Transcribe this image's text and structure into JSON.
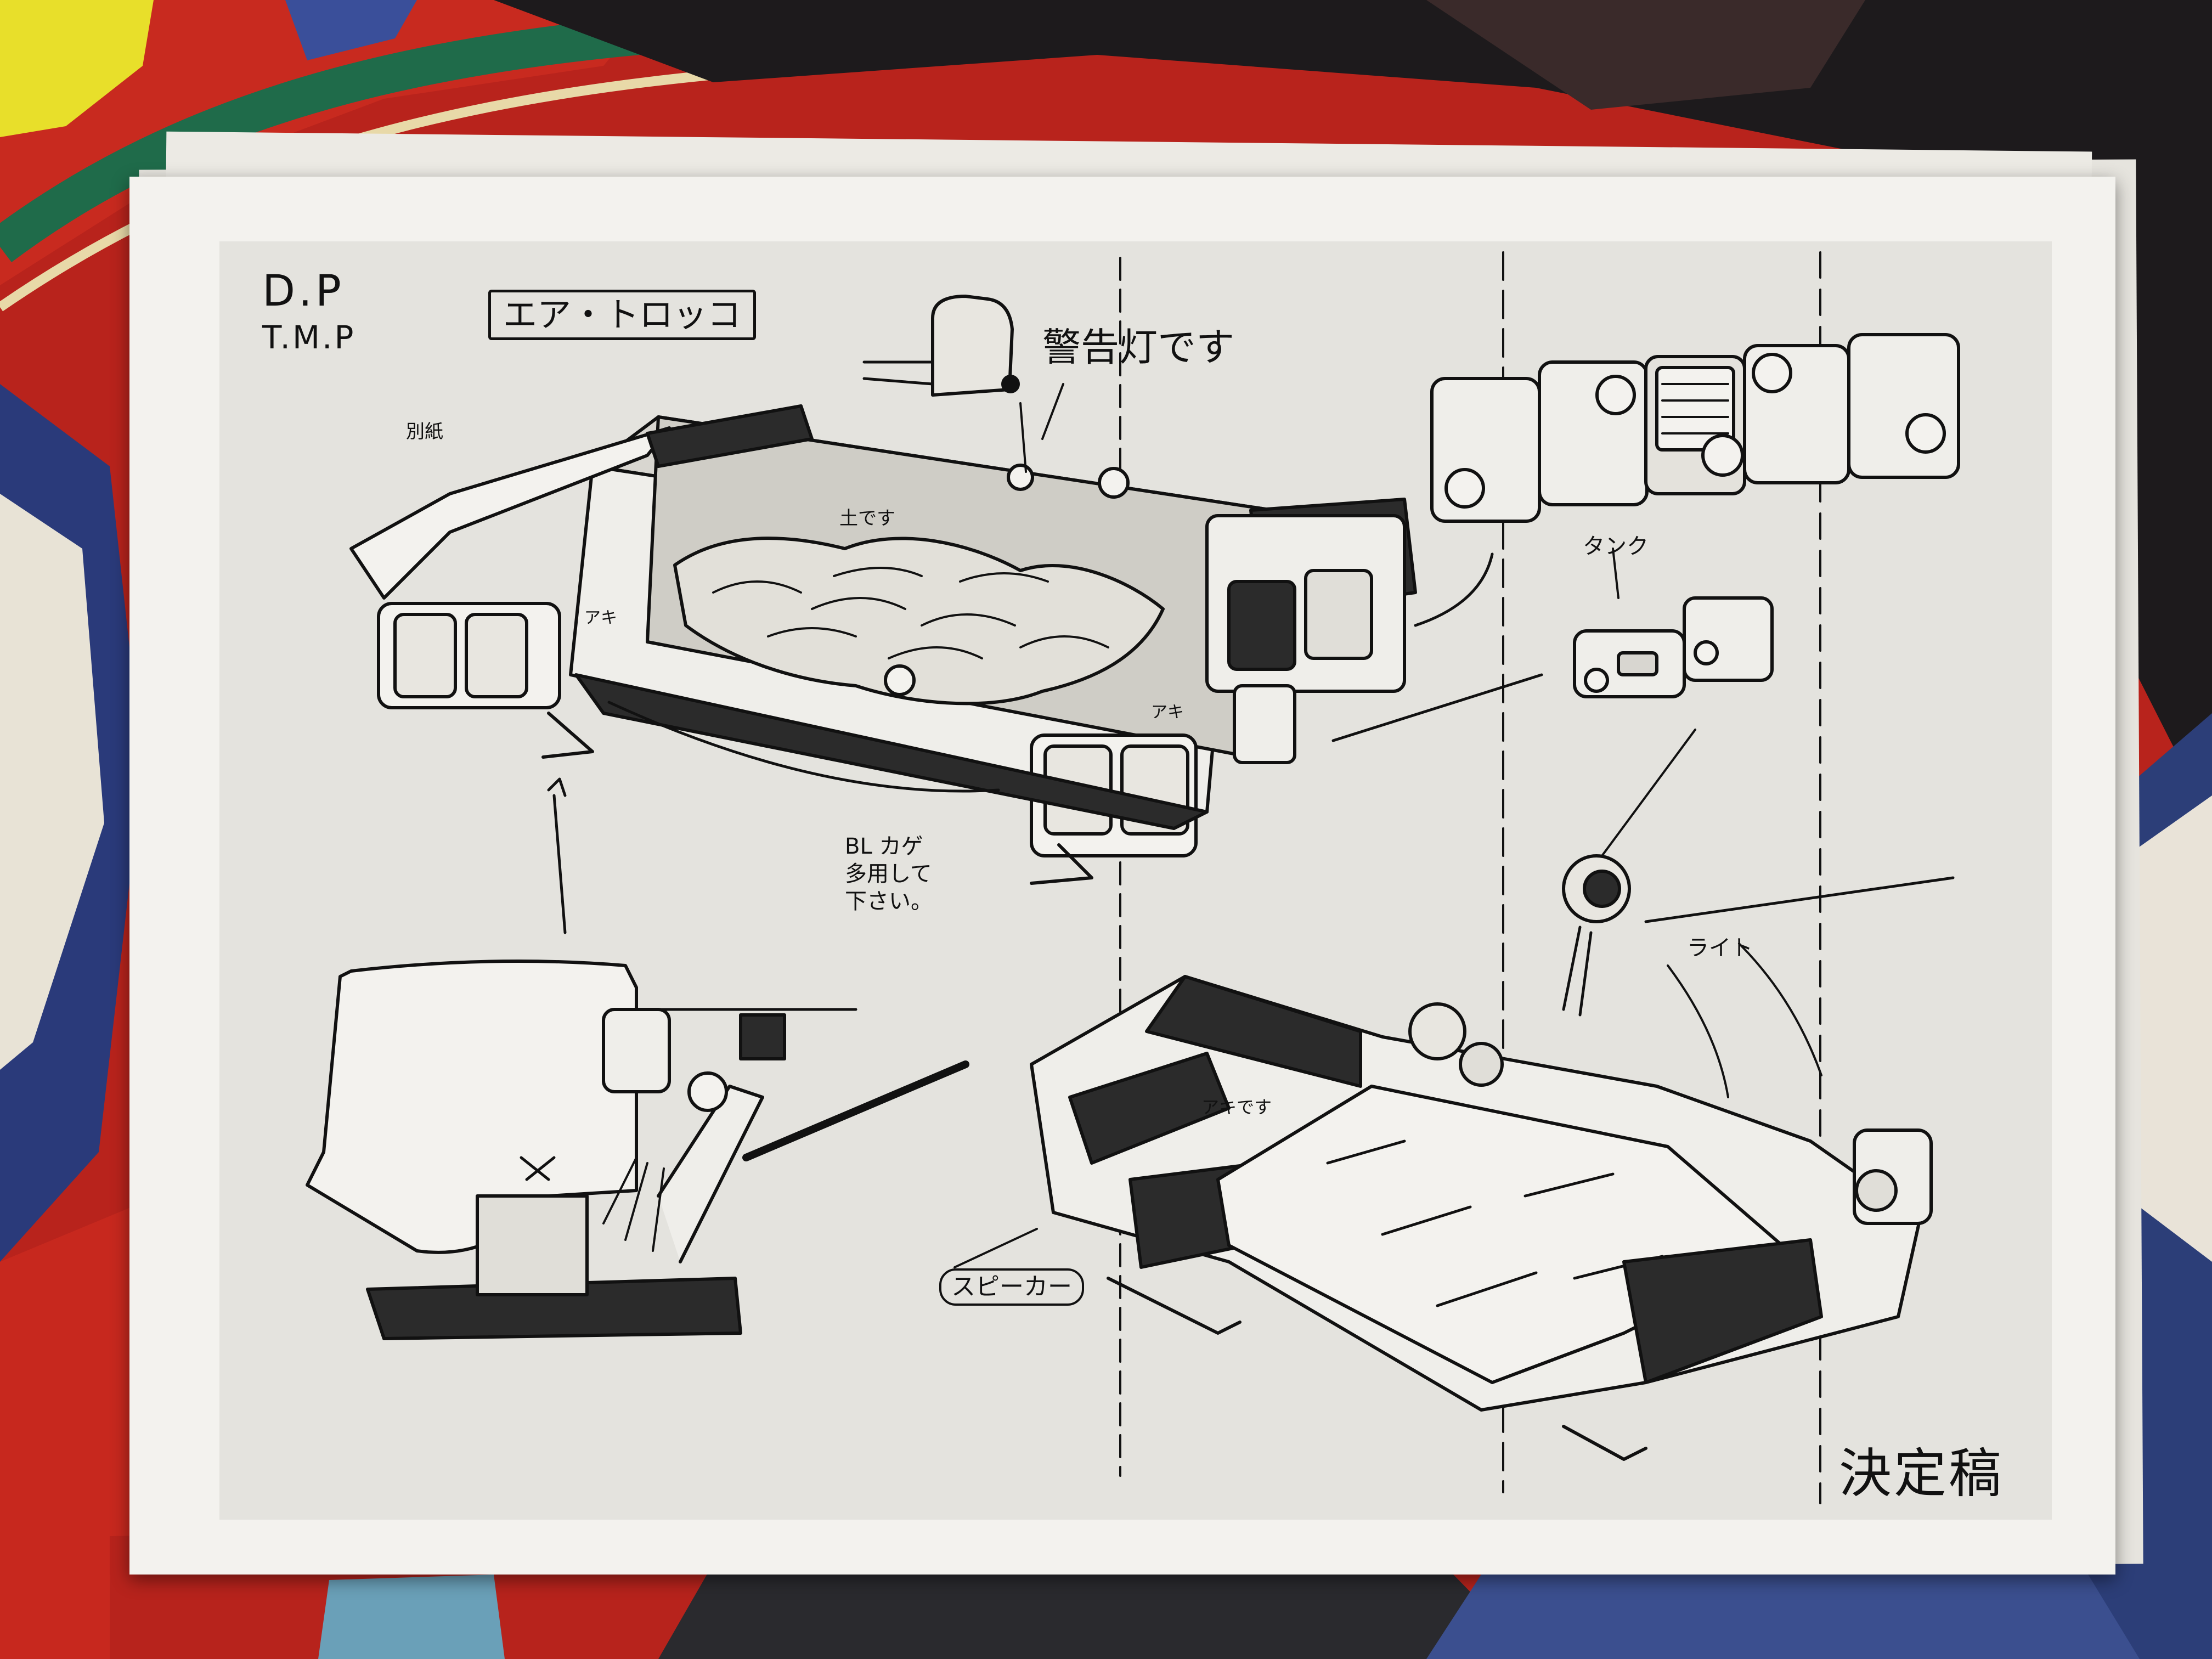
{
  "sheet": {
    "code_line1": "D.P",
    "code_line2": "T.M.P",
    "title": "エア・トロッコ",
    "final_mark": "決定稿"
  },
  "annotations": {
    "warning_light": "警告灯です",
    "tank": "タンク",
    "bl_shadow_note": "BL カゲ\n多用して\n下さい。",
    "light": "ライト",
    "speaker": "スピーカー",
    "soil": "土です",
    "aki_top": "アキ",
    "aki_left": "アキ",
    "separate_sheet": "別紙",
    "aki_bottom": "アキです"
  },
  "colors": {
    "background_cloth": "#b8231c",
    "paper": "#f3f2ee",
    "print_tone": "#e4e3de",
    "ink": "#111111"
  }
}
